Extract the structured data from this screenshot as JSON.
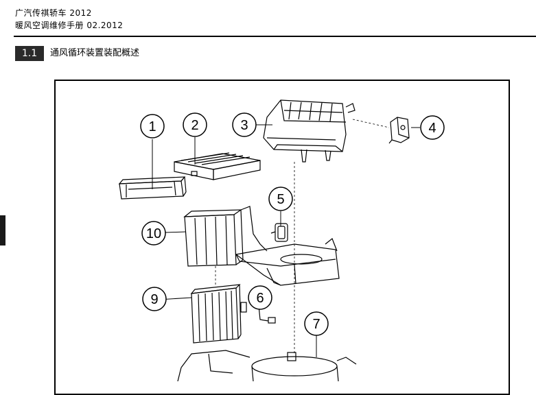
{
  "header": {
    "line1": "广汽传祺轿车 2012",
    "line2": "暖风空调维修手册 02.2012"
  },
  "section": {
    "number": "1.1",
    "title": "通风循环装置装配概述"
  },
  "diagram": {
    "callouts": [
      "1",
      "2",
      "3",
      "4",
      "5",
      "6",
      "7",
      "9",
      "10"
    ]
  },
  "colors": {
    "badge": "#2a2a2a",
    "line": "#000000"
  }
}
